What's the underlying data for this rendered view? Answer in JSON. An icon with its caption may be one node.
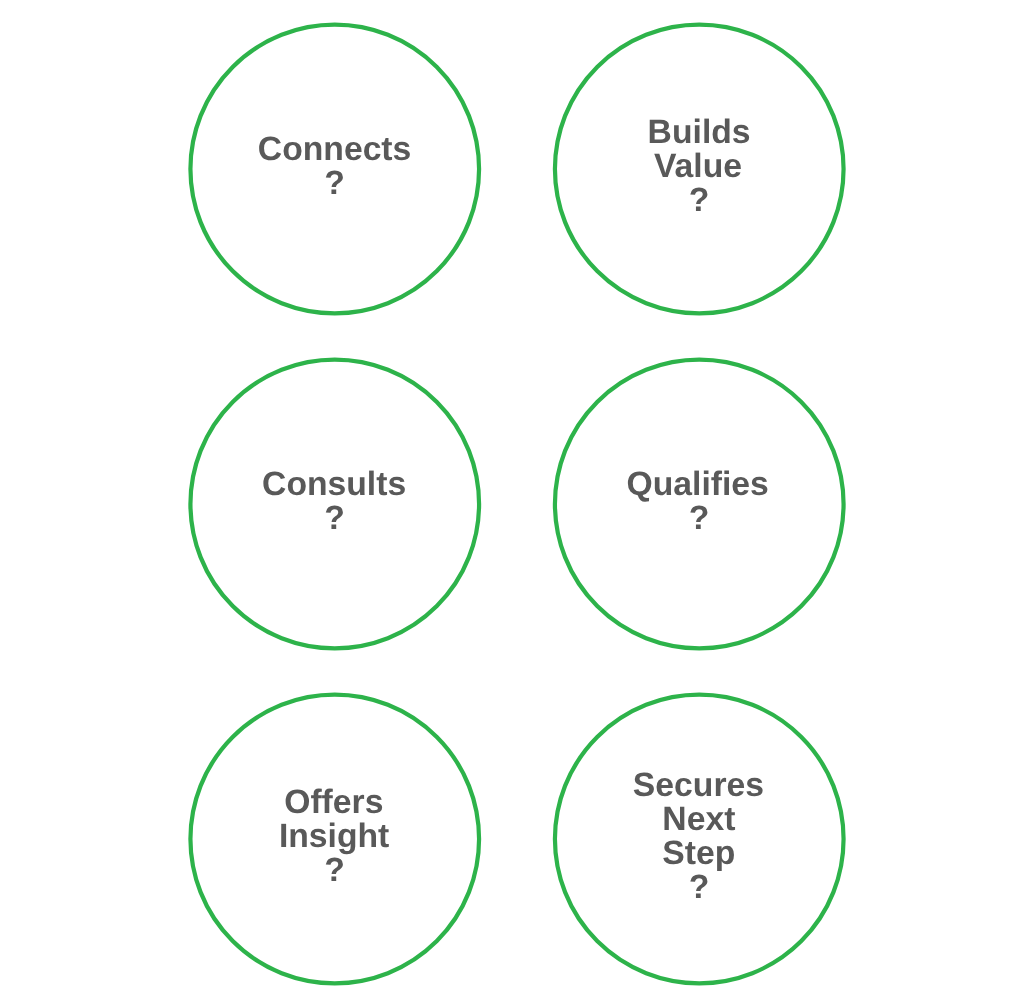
{
  "diagram": {
    "nodes": [
      {
        "text": [
          "Connects ?"
        ]
      },
      {
        "text": [
          "Builds Value ?"
        ]
      },
      {
        "text": [
          "Consults ?"
        ]
      },
      {
        "text": [
          "Qualifies ?"
        ]
      },
      {
        "text": [
          "Offers Insight ?"
        ]
      },
      {
        "text": [
          "Secures Next Step ?"
        ]
      }
    ]
  }
}
